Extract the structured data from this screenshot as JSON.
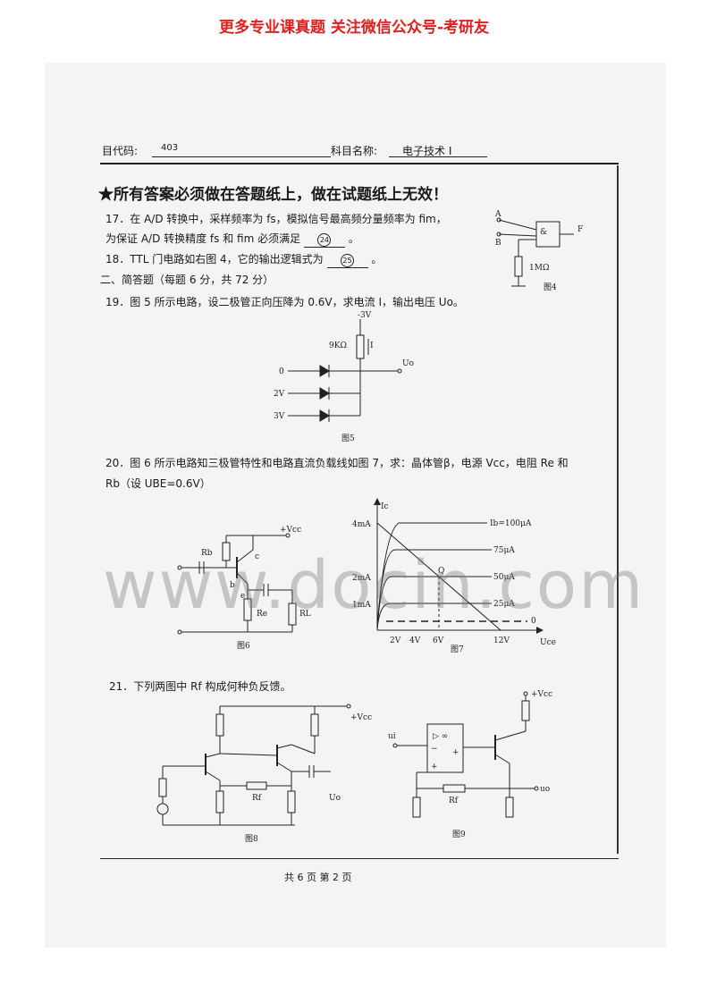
{
  "banner": "更多专业课真题 关注微信公众号-考研友",
  "header": {
    "code_label": "目代码:",
    "code_value": "403",
    "subject_label": "科目名称:",
    "subject_value": "电子技术 I"
  },
  "notice": "★所有答案必须做在答题纸上，做在试题纸上无效！",
  "q17": {
    "line1": "17．在 A/D 转换中，采样频率为 fs，模拟信号最高频分量频率为 fim，",
    "line2": "为保证 A/D 转换精度 fs 和 fim 必须满足",
    "blank": "24",
    "end": "。"
  },
  "q18": {
    "text": "18．TTL 门电路如右图 4，它的输出逻辑式为",
    "blank": "25",
    "end": "。"
  },
  "section2": "二、简答题（每题 6 分，共 72 分）",
  "q19": "19．图 5 所示电路，设二极管正向压降为 0.6V，求电流 I，输出电压 Uo。",
  "q20": {
    "line1": "20．图 6 所示电路知三极管特性和电路直流负载线如图 7，求：晶体管β，电源 Vcc，电阻 Re 和",
    "line2": "Rb（设 UBE=0.6V）"
  },
  "q21": "21．下列两图中 Rf 构成何种负反馈。",
  "fig4": {
    "caption": "图4",
    "in_a": "A",
    "in_b": "B",
    "gate": "&",
    "out": "F",
    "res": "1MΩ"
  },
  "fig5": {
    "caption": "图5",
    "supply": "-3V",
    "res": "9KΩ",
    "current": "I",
    "out": "Uo",
    "in1": "0",
    "in2": "2V",
    "in3": "3V"
  },
  "fig6": {
    "caption": "图6",
    "vcc": "+Vcc",
    "rb": "Rb",
    "re": "Re",
    "rl": "RL",
    "b": "b",
    "c": "c",
    "e": "e"
  },
  "fig7": {
    "caption": "图7",
    "ylabel": "Ic",
    "xlabel": "Uce",
    "yticks": [
      "4mA",
      "2mA",
      "1mA"
    ],
    "xticks": [
      "2V",
      "4V",
      "6V",
      "12V"
    ],
    "curves": [
      "Ib=100μA",
      "75μA",
      "50μA",
      "25μA",
      "0"
    ],
    "q": "Q"
  },
  "fig8": {
    "caption": "图8",
    "vcc": "+Vcc",
    "rf": "Rf",
    "out": "Uo"
  },
  "fig9": {
    "caption": "图9",
    "vcc": "+Vcc",
    "rf": "Rf",
    "in": "ui",
    "out": "uo",
    "minus": "−",
    "plus": "+",
    "plus2": "+",
    "amp": "▷ ∞"
  },
  "footer": "共 6 页 第 2 页",
  "watermark": "www.docin.com"
}
